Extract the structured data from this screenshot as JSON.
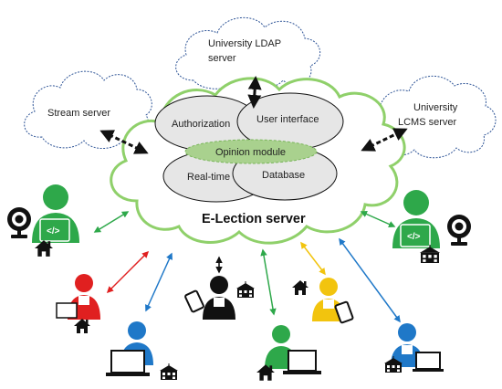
{
  "servers": {
    "ldap": [
      "University LDAP",
      "server"
    ],
    "stream": "Stream server",
    "lcms": [
      "University",
      "LCMS server"
    ]
  },
  "modules": {
    "authorization": "Authorization",
    "user_interface": "User interface",
    "opinion": "Opinion module",
    "realtime": "Real-time",
    "database": "Database"
  },
  "main_label": "E-Lection server",
  "colors": {
    "cloud_main": "#8fd06a",
    "cloud_small": "#2f5597",
    "ellipse_fill": "#e6e6e6",
    "opinion_fill": "#a9d18e",
    "green": "#2ea84a",
    "red": "#e02020",
    "blue": "#1f78c8",
    "yellow": "#f2c40e",
    "black": "#111111"
  },
  "icons": [
    "cloud-icon",
    "webcam-icon",
    "house-icon",
    "school-icon",
    "laptop-icon",
    "tablet-icon",
    "phone-icon",
    "person-icon"
  ]
}
